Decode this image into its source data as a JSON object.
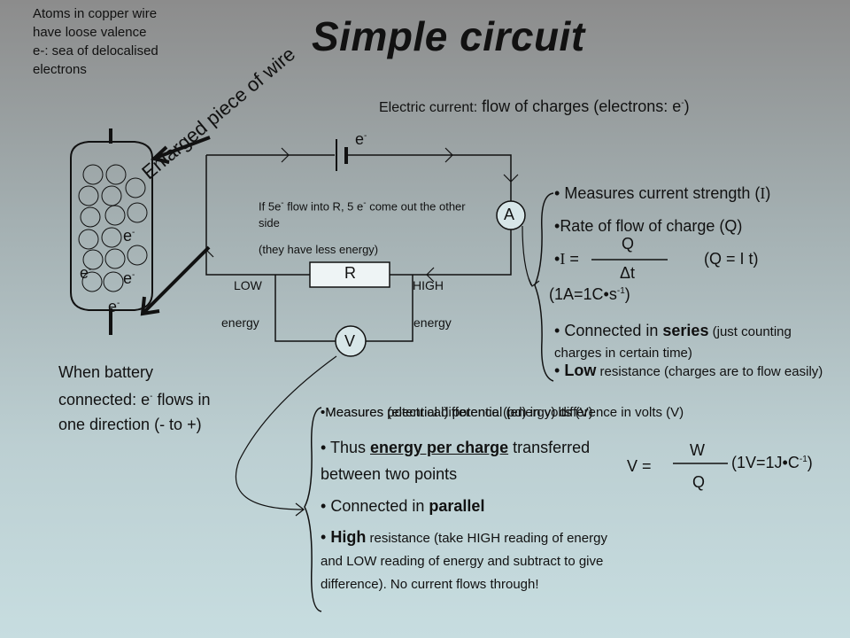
{
  "slide": {
    "title": "Simple circuit",
    "atoms_note": "Atoms in copper wire have loose valence e-: sea of delocalised electrons",
    "enlarged_label": "Enlarged piece of wire",
    "current_label": "Electric current:",
    "current_def": "flow of charges (electrons: e",
    "current_def_end": ")",
    "electron": "e",
    "minus": "-",
    "battery_note_1": "When battery connected: e",
    "battery_note_2": "flows in one direction (- to +)"
  },
  "circuit": {
    "ammeter": "A",
    "voltmeter": "V",
    "resistor": "R",
    "low": "LOW",
    "high": "HIGH",
    "energy_left": "energy",
    "energy_right": "energy",
    "note_a": "If 5e",
    "note_b": " flow into R, 5 e",
    "note_c": " come out the other side",
    "note_d": "(they have less energy)"
  },
  "ammeter_points": {
    "p1_a": "Measures current strength (",
    "p1_b": "I",
    "p1_c": ")",
    "p2": "Rate of flow of charge (Q)",
    "eq_lhs": "I",
    "eq_num": "Q",
    "eq_den": "Δt",
    "eq_alt": "(Q = I t)",
    "unit_a": "(1A=1C",
    "unit_b": "s",
    "unit_c": ")",
    "p3_a": "Connected in ",
    "p3_b": "series",
    "p3_c": " (just counting charges in certain time)",
    "p4_a": "Low",
    "p4_b": " resistance (charges are to flow easily)"
  },
  "voltmeter_points": {
    "p1_overlap_a": "Measures potential difference (pd) in volts (V)",
    "p1_overlap_b": "Measures (electrical) potential (energy) difference in volts (V)",
    "p2_a": "Thus ",
    "p2_b": "energy per charge",
    "p2_c": " transferred between two points",
    "eq_lhs": "V =",
    "eq_num": "W",
    "eq_den": "Q",
    "unit_a": "(1V=1J",
    "unit_b": "C",
    "unit_c": ")",
    "p3_a": "Connected in ",
    "p3_b": "parallel",
    "p4_a": "High",
    "p4_b": " resistance (take HIGH reading of energy and LOW reading of energy and subtract to give difference). No current flows through!"
  },
  "superscripts": {
    "neg": "-",
    "neg1": "-1"
  }
}
